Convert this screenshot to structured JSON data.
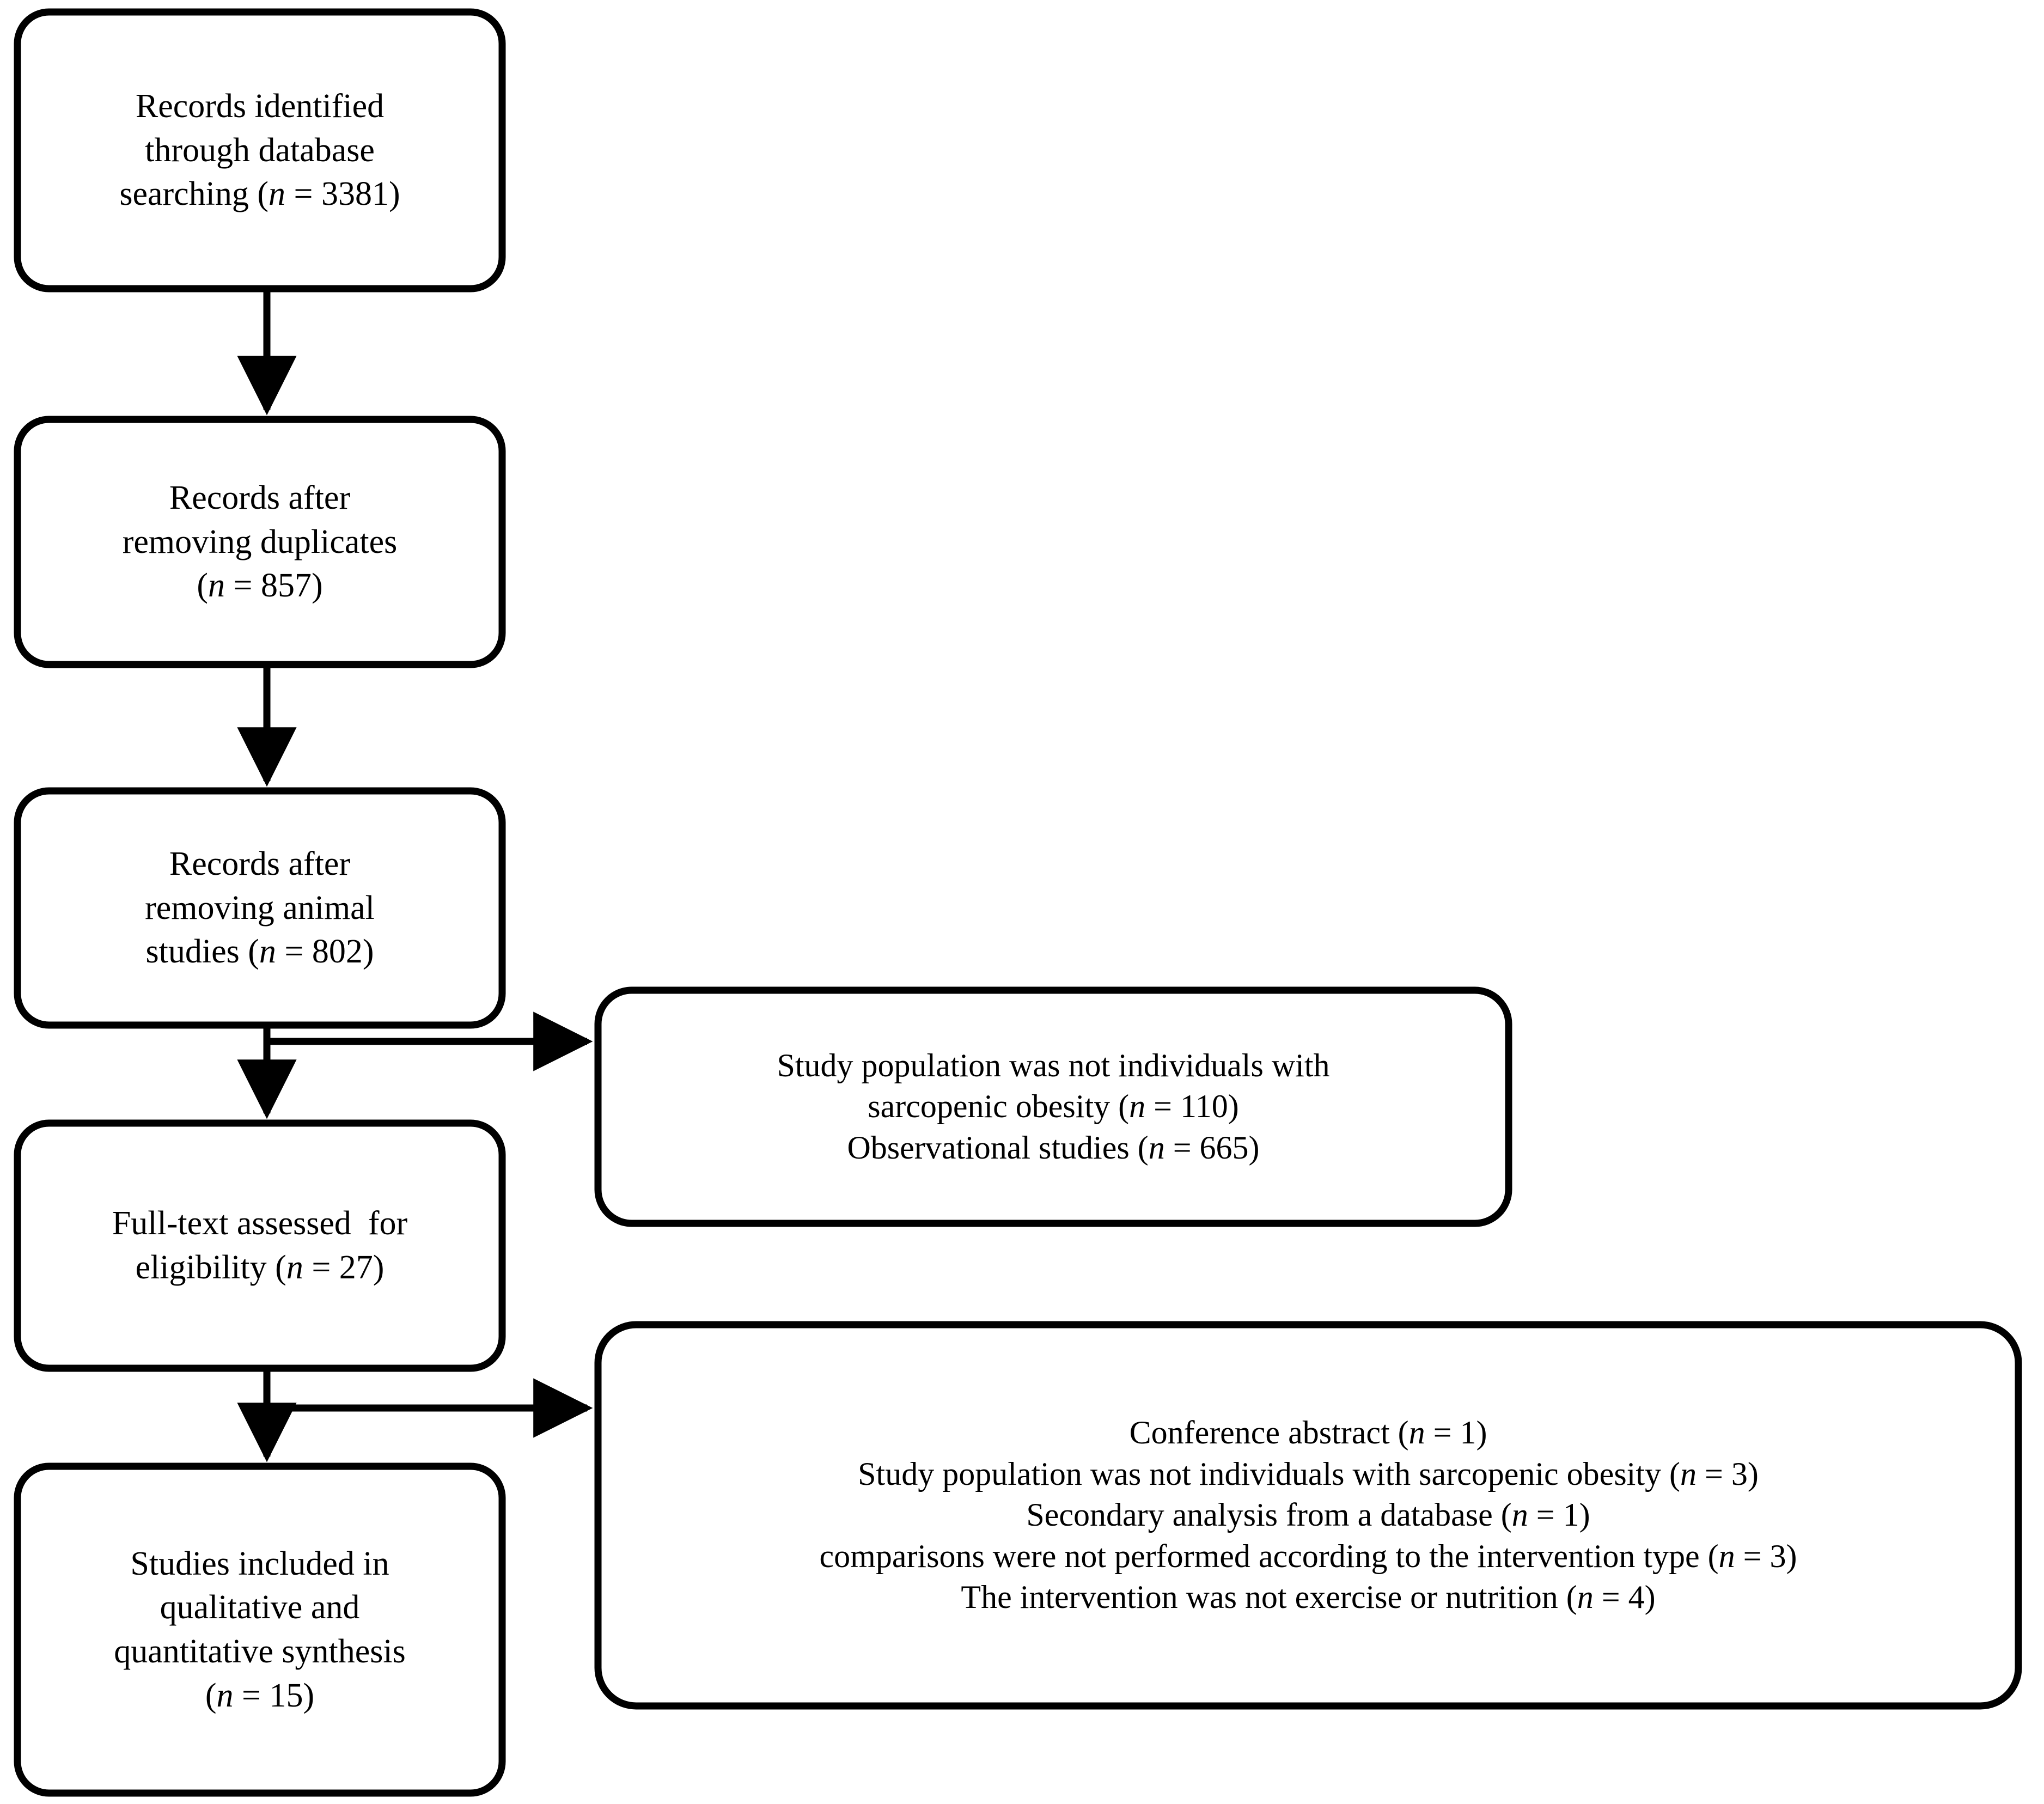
{
  "diagram": {
    "type": "prisma-flow-diagram",
    "stroke_color": "#000000",
    "fill_color": "#ffffff",
    "background": "#ffffff"
  },
  "nodes": {
    "identified": {
      "id": "records-identified",
      "lines": [
        "Records identified",
        "through database",
        "searching (n = 3381)"
      ],
      "count": 3381
    },
    "after_duplicates": {
      "id": "records-after-duplicates",
      "lines": [
        "Records after",
        "removing duplicates",
        "(n = 857)"
      ],
      "count": 857
    },
    "after_animal": {
      "id": "records-after-animal-studies",
      "lines": [
        "Records after",
        "removing animal",
        "studies (n = 802)"
      ],
      "count": 802
    },
    "fulltext": {
      "id": "full-text-assessed",
      "lines": [
        "Full-text assessed  for",
        "eligibility (n = 27)"
      ],
      "count": 27
    },
    "included": {
      "id": "studies-included",
      "lines": [
        "Studies included in",
        "qualitative and",
        "quantitative synthesis",
        "(n = 15)"
      ],
      "count": 15
    },
    "excluded_screening": {
      "id": "excluded-at-screening",
      "lines": [
        "Study population was not individuals with",
        "sarcopenic obesity (n = 110)",
        "Observational studies (n = 665)"
      ],
      "reasons": [
        {
          "reason": "Study population was not individuals with sarcopenic obesity",
          "n": 110
        },
        {
          "reason": "Observational studies",
          "n": 665
        }
      ]
    },
    "excluded_fulltext": {
      "id": "excluded-at-full-text",
      "lines": [
        "Conference abstract (n = 1)",
        "Study population was not individuals with sarcopenic obesity (n = 3)",
        "Secondary analysis from a database (n = 1)",
        "comparisons were not performed according to the intervention type (n = 3)",
        "The intervention was not exercise or nutrition (n = 4)"
      ],
      "reasons": [
        {
          "reason": "Conference abstract",
          "n": 1
        },
        {
          "reason": "Study population was not individuals with sarcopenic obesity",
          "n": 3
        },
        {
          "reason": "Secondary analysis from a database",
          "n": 1
        },
        {
          "reason": "comparisons were not performed according to the intervention type",
          "n": 3
        },
        {
          "reason": "The intervention was not exercise or nutrition",
          "n": 4
        }
      ]
    }
  }
}
